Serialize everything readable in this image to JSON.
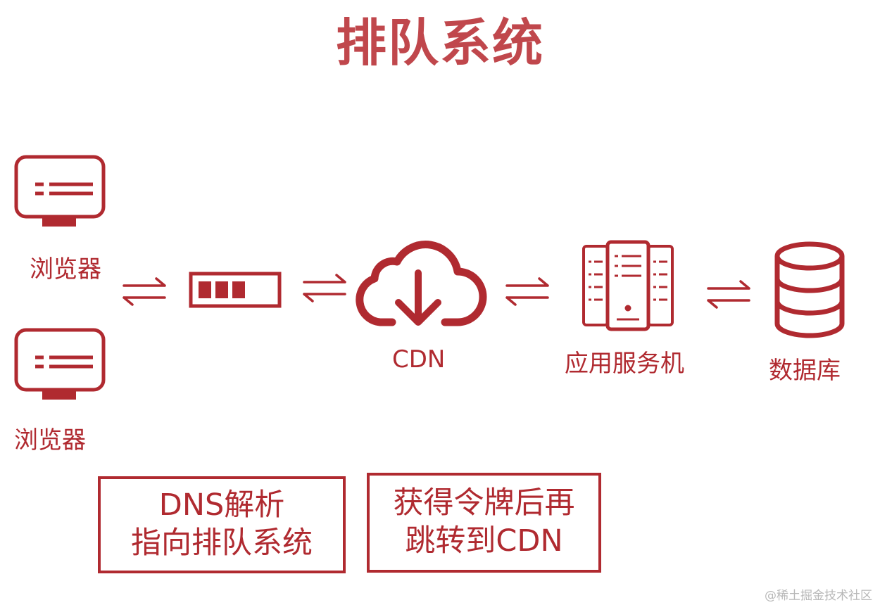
{
  "title": "排队系统",
  "nodes": {
    "browser_top": "浏览器",
    "browser_bottom": "浏览器",
    "cdn": "CDN",
    "app_server": "应用服务机",
    "database": "数据库"
  },
  "notes": {
    "dns": {
      "line1": "DNS解析",
      "line2": "指向排队系统"
    },
    "token": {
      "line1": "获得令牌后再",
      "line2": "跳转到CDN"
    }
  },
  "watermark": "@稀土掘金技术社区",
  "colors": {
    "accent": "#b02a30",
    "title": "#c0474c",
    "watermark": "#b8b8b8"
  },
  "icons": [
    "monitor-icon",
    "queue-bar-icon",
    "cloud-download-icon",
    "server-rack-icon",
    "database-icon",
    "bidirectional-arrow-icon"
  ]
}
